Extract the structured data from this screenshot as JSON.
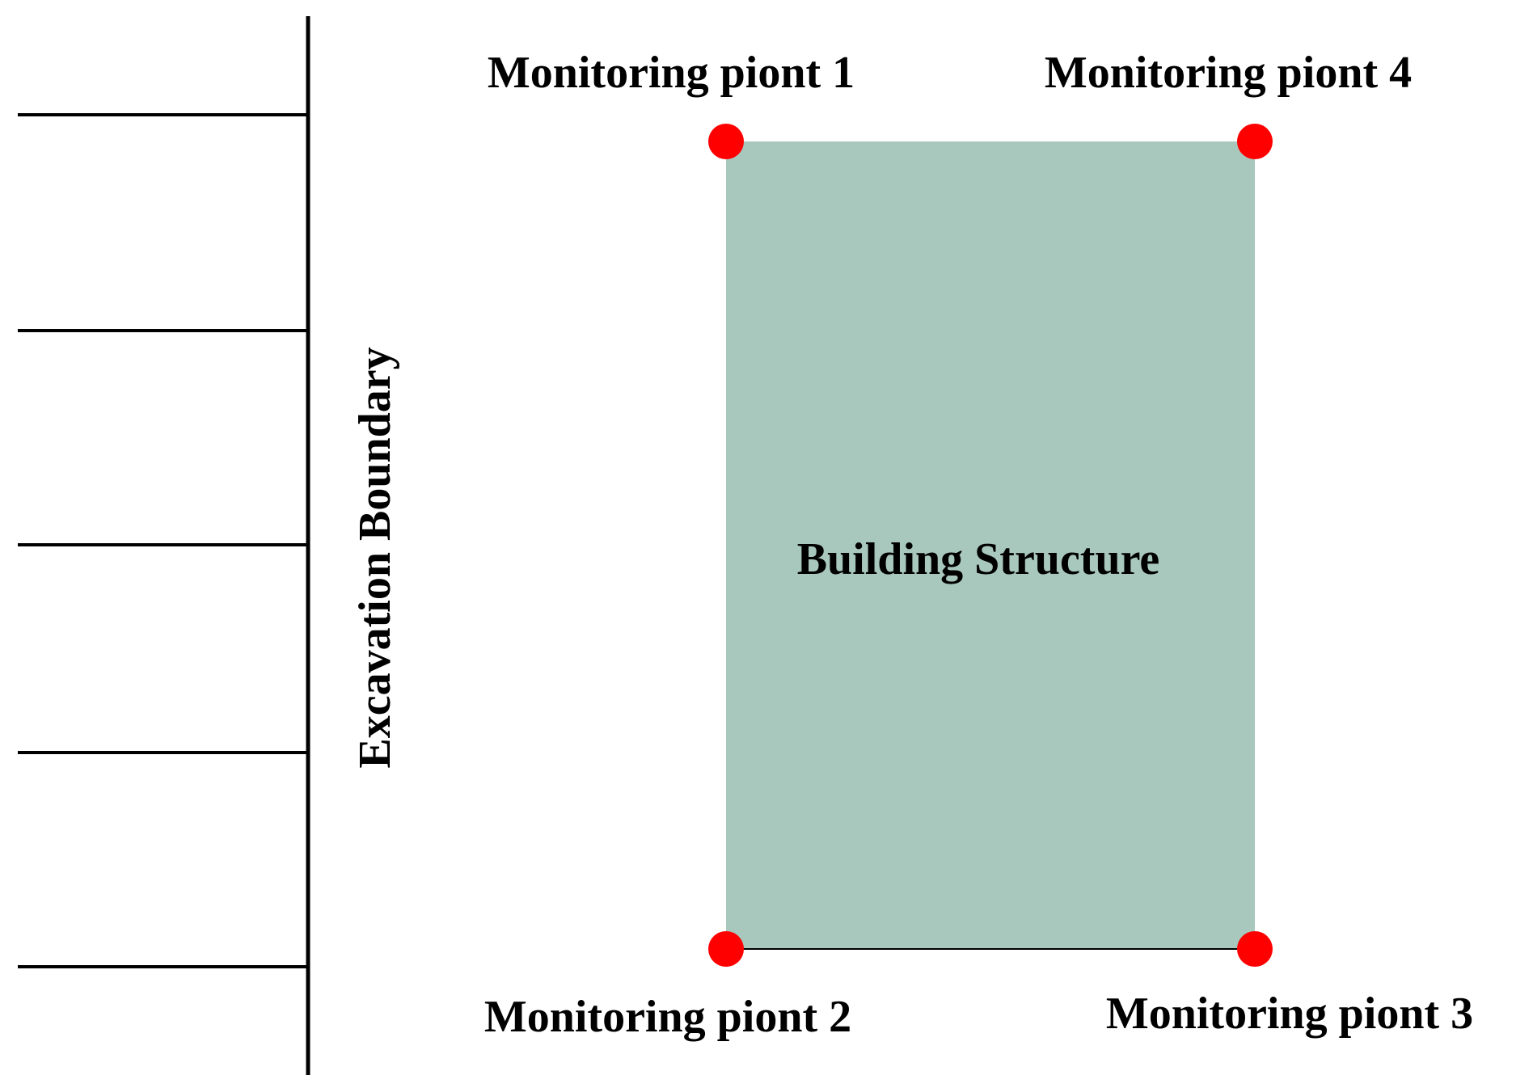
{
  "diagram": {
    "boundary_label": "Excavation Boundary",
    "building_label": "Building Structure",
    "monitoring_points": [
      {
        "id": 1,
        "label": "Monitoring piont 1"
      },
      {
        "id": 2,
        "label": "Monitoring piont 2"
      },
      {
        "id": 3,
        "label": "Monitoring piont 3"
      },
      {
        "id": 4,
        "label": "Monitoring piont 4"
      }
    ],
    "colors": {
      "building_fill": "#a8c7bd",
      "point_fill": "#ff0000",
      "line": "#000000"
    }
  }
}
